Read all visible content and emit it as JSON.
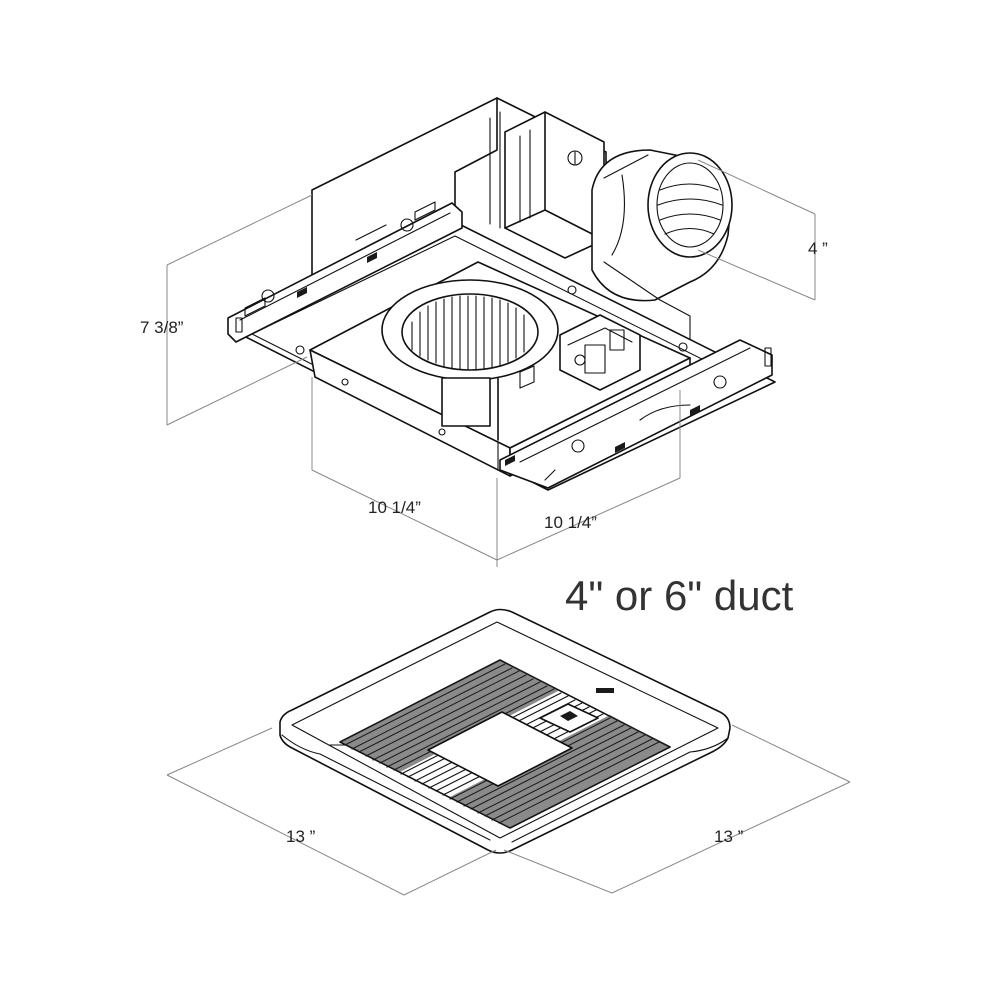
{
  "dimensions": {
    "height": "7 3/8”",
    "width": "10 1/4”",
    "depth": "10 1/4”",
    "duct": "4 ”"
  },
  "duct_heading": "4\" or 6\" duct",
  "grille": {
    "width": "13 ”",
    "depth": "13 ”"
  }
}
